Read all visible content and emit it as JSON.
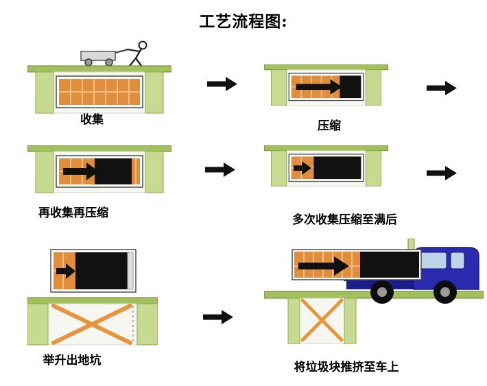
{
  "title": "工艺流程图:",
  "steps": [
    {
      "label": "收集"
    },
    {
      "label": "压缩"
    },
    {
      "label": "再收集再压缩"
    },
    {
      "label": "多次收集压缩至满后"
    },
    {
      "label": "举升出地坑"
    },
    {
      "label": "将垃圾块推挤至车上"
    }
  ],
  "icons": {
    "flow_arrow": "right-arrow",
    "worker_cart": "worker-pushing-cart",
    "scissor_lift": "scissor-lift",
    "truck": "flatbed-truck"
  },
  "colors": {
    "ground_green": "#a3c05e",
    "wall_green": "#c6db91",
    "container_orange": "#e08d3c",
    "stripe_orange": "#f2bd85",
    "waste_black": "#111111",
    "truck_blue": "#2b2bb0",
    "lift_orange": "#e8943c"
  }
}
